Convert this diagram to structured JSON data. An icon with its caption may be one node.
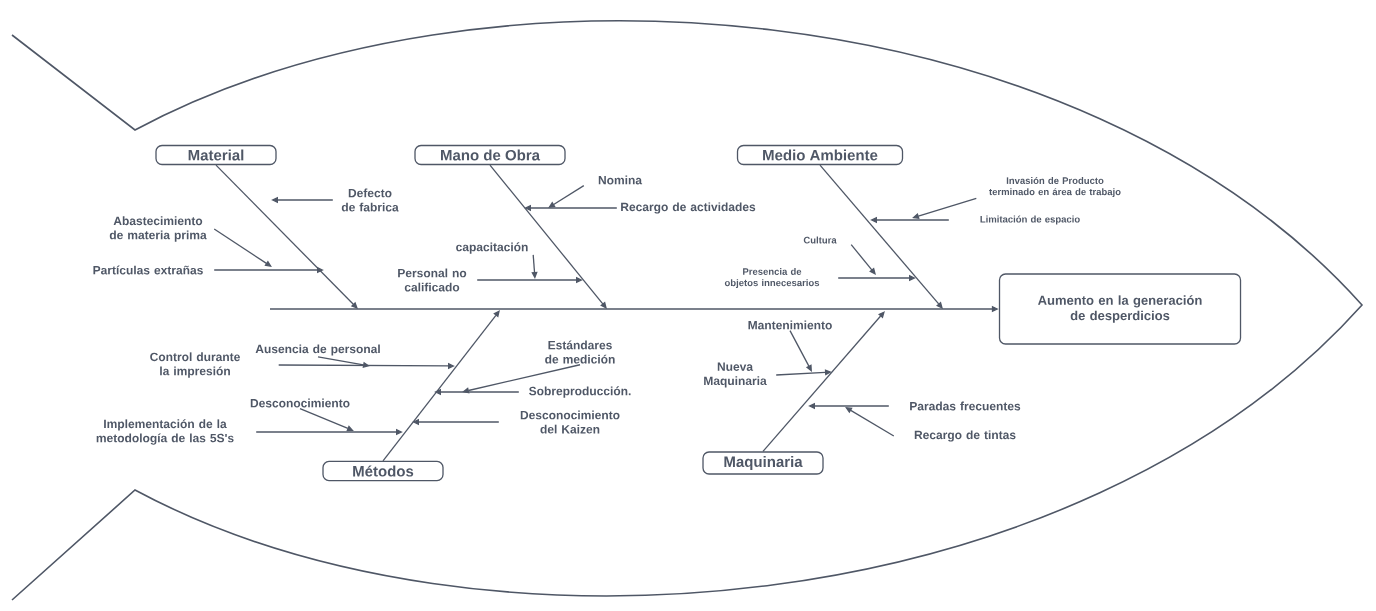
{
  "diagram": {
    "nodes": [
      {
        "text": [
          "Material"
        ]
      },
      {
        "text": [
          "Mano de Obra"
        ]
      },
      {
        "text": [
          "Medio Ambiente"
        ]
      },
      {
        "text": [
          "Aumento en la generación de desperdicios"
        ]
      },
      {
        "text": [
          "Métodos"
        ]
      },
      {
        "text": [
          "Maquinaria"
        ]
      },
      {
        "text": [
          "Defecto de fabrica"
        ]
      },
      {
        "text": [
          "Abastecimiento de materia prima"
        ]
      },
      {
        "text": [
          "Partículas extrañas"
        ]
      },
      {
        "text": [
          "Nomina"
        ]
      },
      {
        "text": [
          "Recargo de actividades"
        ]
      },
      {
        "text": [
          "capacitación"
        ]
      },
      {
        "text": [
          "Personal no calificado"
        ]
      },
      {
        "text": [
          "Invasión de Producto terminado en área de trabajo"
        ]
      },
      {
        "text": [
          "Limitación de espacio"
        ]
      },
      {
        "text": [
          "Cultura"
        ]
      },
      {
        "text": [
          "Presencia de objetos innecesarios"
        ]
      },
      {
        "text": [
          "Estándares de medición"
        ]
      },
      {
        "text": [
          "Ausencia de personal"
        ]
      },
      {
        "text": [
          "Control durante la impresión"
        ]
      },
      {
        "text": [
          "Sobreproducción."
        ]
      },
      {
        "text": [
          "Desconocimiento"
        ]
      },
      {
        "text": [
          "Desconocimiento del Kaizen"
        ]
      },
      {
        "text": [
          "Implementación de la metodología de las 5S's"
        ]
      },
      {
        "text": [
          "Mantenimiento"
        ]
      },
      {
        "text": [
          "Nueva Maquinaria"
        ]
      },
      {
        "text": [
          "Paradas frecuentes"
        ]
      },
      {
        "text": [
          "Recargo de tintas"
        ]
      }
    ],
    "edges": [
      {
        "from": 0,
        "to": null,
        "arrow": "to"
      },
      {
        "from": 1,
        "to": null,
        "arrow": "to"
      },
      {
        "from": 2,
        "to": null,
        "arrow": "to"
      },
      {
        "from": null,
        "to": 3,
        "arrow": "to"
      },
      {
        "from": 4,
        "to": null,
        "arrow": "to"
      },
      {
        "from": 5,
        "to": null,
        "arrow": "to"
      },
      {
        "from": 6,
        "to": null,
        "arrow": "to"
      },
      {
        "from": 7,
        "to": null,
        "arrow": "to"
      },
      {
        "from": 8,
        "to": null,
        "arrow": "to"
      },
      {
        "from": 9,
        "to": null,
        "arrow": "to"
      },
      {
        "from": 10,
        "to": null,
        "arrow": "to"
      },
      {
        "from": 11,
        "to": null,
        "arrow": "to"
      },
      {
        "from": 12,
        "to": null,
        "arrow": "to"
      },
      {
        "from": 13,
        "to": null,
        "arrow": "to"
      },
      {
        "from": 14,
        "to": null,
        "arrow": "to"
      },
      {
        "from": 15,
        "to": null,
        "arrow": "to"
      },
      {
        "from": 16,
        "to": null,
        "arrow": "to"
      },
      {
        "from": 17,
        "to": null,
        "arrow": "to"
      },
      {
        "from": 18,
        "to": null,
        "arrow": "to"
      },
      {
        "from": 19,
        "to": null,
        "arrow": "to"
      },
      {
        "from": 20,
        "to": null,
        "arrow": "to"
      },
      {
        "from": 21,
        "to": null,
        "arrow": "to"
      },
      {
        "from": 22,
        "to": null,
        "arrow": "to"
      },
      {
        "from": 23,
        "to": null,
        "arrow": "to"
      },
      {
        "from": 24,
        "to": null,
        "arrow": "to"
      },
      {
        "from": 25,
        "to": null,
        "arrow": "to"
      },
      {
        "from": 26,
        "to": null,
        "arrow": "to"
      },
      {
        "from": 27,
        "to": null,
        "arrow": "to"
      }
    ]
  }
}
